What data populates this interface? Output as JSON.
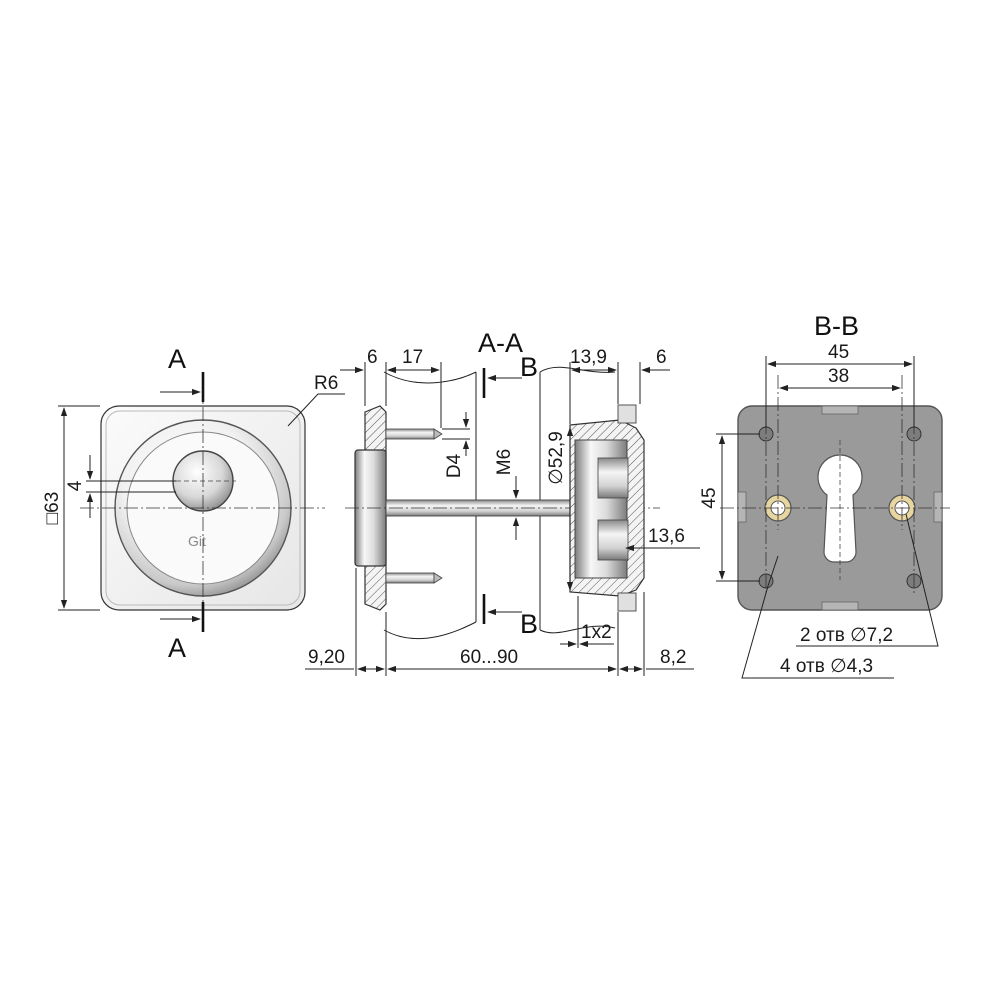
{
  "front_view": {
    "section_marker_top": "A",
    "section_marker_bottom": "A",
    "radius_label": "R6",
    "size_label": "□63",
    "offset_label": "4",
    "logo_text": "Git"
  },
  "section_aa": {
    "title": "A-A",
    "marker_top": "B",
    "marker_bottom": "B",
    "dim_6_left": "6",
    "dim_17": "17",
    "dim_13_9": "13,9",
    "dim_6_right": "6",
    "dim_d4": "D4",
    "dim_m6": "M6",
    "dim_dia": "∅52,9",
    "dim_13_6": "13,6",
    "dim_1x2": "1x2",
    "dim_9_20": "9,20",
    "dim_60_90": "60...90",
    "dim_8_2": "8,2"
  },
  "section_bb": {
    "title": "B-B",
    "dim_45_top": "45",
    "dim_38": "38",
    "dim_45_side": "45",
    "holes_large": "2 отв ∅7,2",
    "holes_small": "4 отв ∅4,3"
  },
  "colors": {
    "plate_grey": "#9a9a9a",
    "metal_light": "#eeeeee",
    "metal_dark": "#8a8a8a",
    "line": "#222222"
  }
}
